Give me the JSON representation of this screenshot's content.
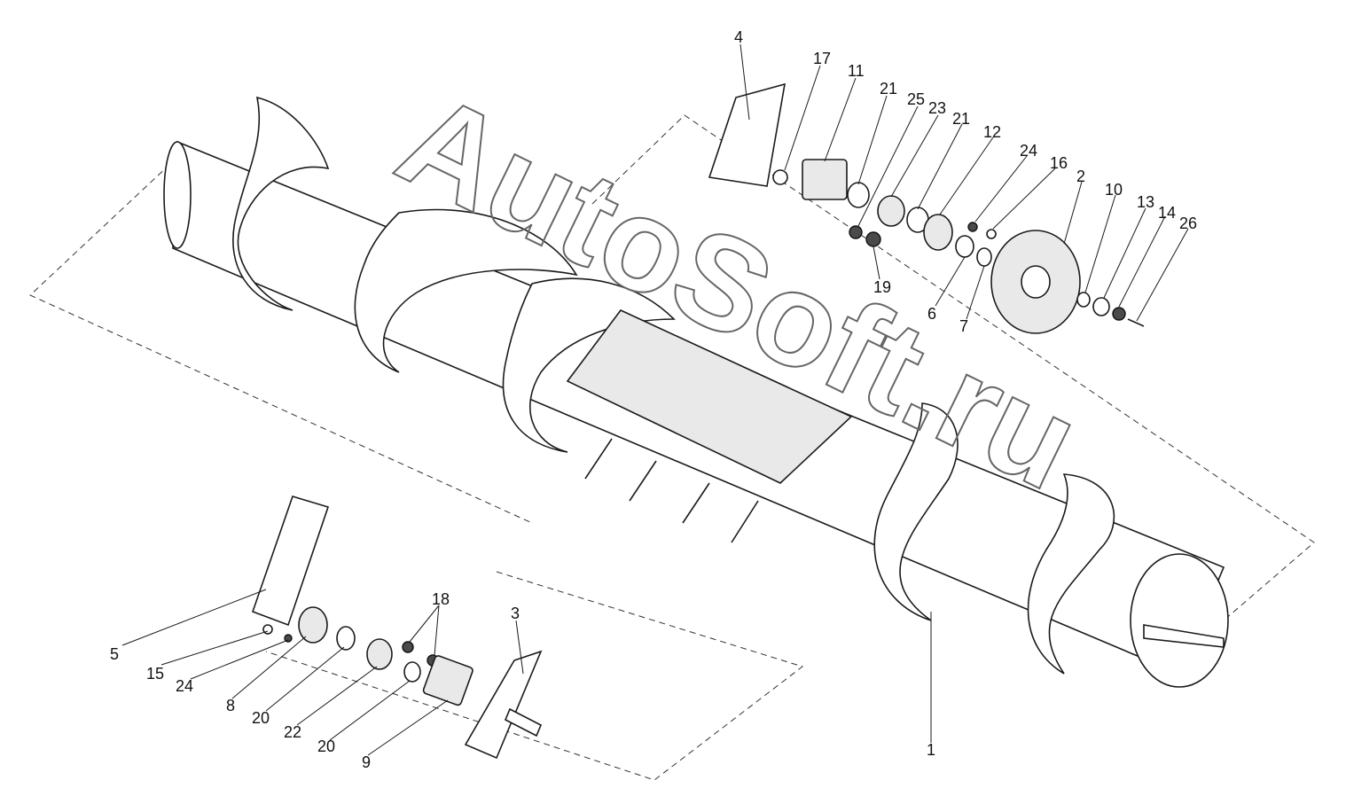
{
  "diagram": {
    "callouts": [
      {
        "label": "4"
      },
      {
        "label": "17"
      },
      {
        "label": "11"
      },
      {
        "label": "21"
      },
      {
        "label": "25"
      },
      {
        "label": "23"
      },
      {
        "label": "21"
      },
      {
        "label": "12"
      },
      {
        "label": "24"
      },
      {
        "label": "16"
      },
      {
        "label": "2"
      },
      {
        "label": "10"
      },
      {
        "label": "13"
      },
      {
        "label": "14"
      },
      {
        "label": "26"
      },
      {
        "label": "19"
      },
      {
        "label": "6"
      },
      {
        "label": "7"
      },
      {
        "label": "5"
      },
      {
        "label": "15"
      },
      {
        "label": "24"
      },
      {
        "label": "8"
      },
      {
        "label": "20"
      },
      {
        "label": "22"
      },
      {
        "label": "20"
      },
      {
        "label": "9"
      },
      {
        "label": "18"
      },
      {
        "label": "3"
      },
      {
        "label": "1"
      }
    ],
    "watermark": "AutoSoft.ru"
  }
}
